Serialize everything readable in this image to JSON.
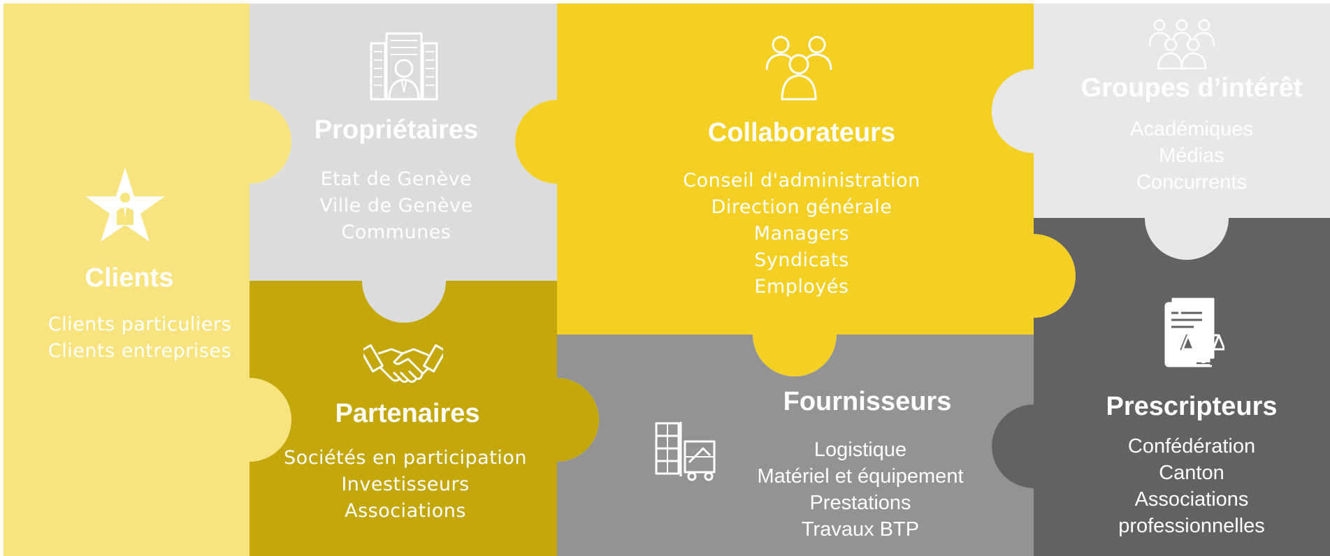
{
  "colors": {
    "clients": "#f8e47e",
    "proprietaires": "#dcdcdc",
    "partenaires": "#c4a80b",
    "collaborateurs": "#f3d023",
    "fournisseurs": "#939393",
    "groupes": "#e8e8e8",
    "prescripteurs": "#626262",
    "text": "#ffffff"
  },
  "pieces": {
    "clients": {
      "title": "Clients",
      "items": [
        "Clients particuliers",
        "Clients entreprises"
      ],
      "icon": "star-person-icon"
    },
    "proprietaires": {
      "title": "Propriétaires",
      "items": [
        "Etat de Genève",
        "Ville de Genève",
        "Communes"
      ],
      "icon": "building-person-icon"
    },
    "partenaires": {
      "title": "Partenaires",
      "items": [
        "Sociétés en participation",
        "Investisseurs",
        "Associations"
      ],
      "icon": "handshake-icon"
    },
    "collaborateurs": {
      "title": "Collaborateurs",
      "items": [
        "Conseil d'administration",
        "Direction générale",
        "Managers",
        "Syndicats",
        "Employés"
      ],
      "icon": "people-group-icon"
    },
    "fournisseurs": {
      "title": "Fournisseurs",
      "items": [
        "Logistique",
        "Matériel et équipement",
        "Prestations",
        "Travaux BTP"
      ],
      "icon": "forklift-icon"
    },
    "groupes": {
      "title": "Groupes d’intérêt",
      "items": [
        "Académiques",
        "Médias",
        "Concurrents"
      ],
      "icon": "crowd-icon"
    },
    "prescripteurs": {
      "title": "Prescripteurs",
      "items": [
        "Confédération",
        "Canton",
        "Associations",
        "professionnelles"
      ],
      "icon": "document-scales-icon"
    }
  }
}
